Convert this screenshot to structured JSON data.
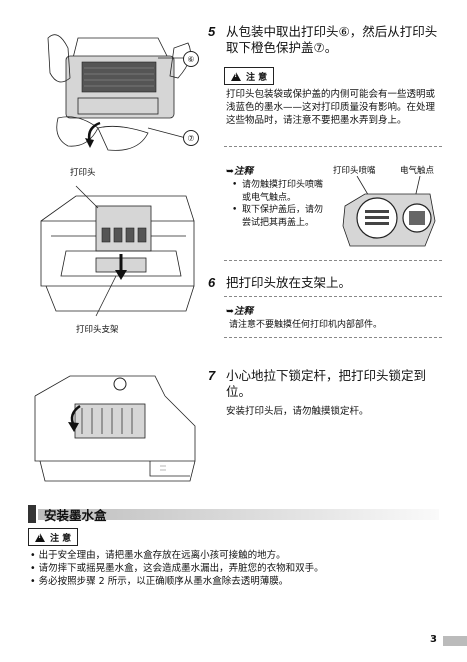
{
  "step5": {
    "number": "5",
    "text": "从包装中取出打印头⑥，然后从打印头取下橙色保护盖⑦。",
    "callouts": {
      "c6": "⑥",
      "c7": "⑦"
    }
  },
  "caution1": {
    "label": "注 意",
    "text": "打印头包装袋或保护盖的内侧可能会有一些透明或浅蓝色的墨水——这对打印质量没有影响。在处理这些物品时，请注意不要把墨水弄到身上。"
  },
  "note1": {
    "label": "注释",
    "items": [
      "请勿触摸打印头喷嘴或电气触点。",
      "取下保护盖后，请勿尝试把其再盖上。"
    ],
    "image_labels": {
      "nozzle": "打印头喷嘴",
      "contacts": "电气触点"
    }
  },
  "figure2": {
    "label_head": "打印头",
    "label_holder": "打印头支架"
  },
  "step6": {
    "number": "6",
    "text": "把打印头放在支架上。"
  },
  "note2": {
    "label": "注释",
    "text": "请注意不要触摸任何打印机内部部件。"
  },
  "step7": {
    "number": "7",
    "text": "小心地拉下锁定杆，把打印头锁定到位。",
    "sub": "安装打印头后，请勿触摸锁定杆。"
  },
  "section": {
    "title": "安装墨水盒"
  },
  "caution2": {
    "label": "注 意",
    "bullets": [
      "出于安全理由，请把墨水盒存放在远离小孩可接触的地方。",
      "请勿摔下或摇晃墨水盒，这会造成墨水漏出，弄脏您的衣物和双手。",
      "务必按照步骤 2 所示，以正确顺序从墨水盒除去透明薄膜。"
    ]
  },
  "page": {
    "number": "3"
  }
}
